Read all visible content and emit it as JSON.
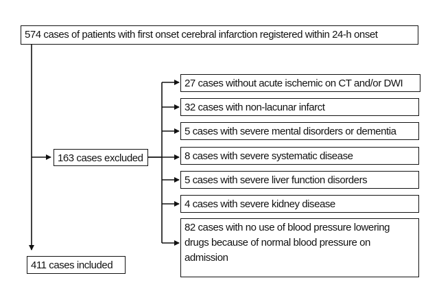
{
  "flowchart": {
    "registered": "574 cases of patients with first onset cerebral infarction registered within 24-h onset",
    "excluded": "163 cases excluded",
    "included": "411 cases included",
    "exclusion_reasons": [
      "27 cases without acute ischemic on CT and/or DWI",
      "32 cases with non-lacunar infarct",
      "5 cases with severe mental disorders or dementia",
      "8 cases with severe systematic disease",
      "5 cases with severe liver function disorders",
      "4 cases with severe kidney disease",
      "82 cases with no use of blood pressure lowering drugs because of normal blood pressure on admission"
    ]
  }
}
